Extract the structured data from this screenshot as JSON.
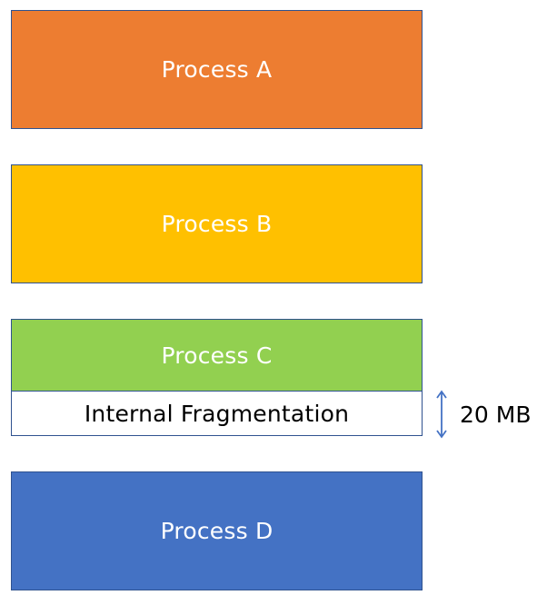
{
  "blocks": [
    {
      "id": "a",
      "label": "Process A",
      "color": "#ed7d31"
    },
    {
      "id": "b",
      "label": "Process B",
      "color": "#ffc000"
    },
    {
      "id": "c",
      "label": "Process C",
      "color": "#92d050"
    },
    {
      "id": "frag",
      "label": "Internal Fragmentation",
      "color": "#ffffff"
    },
    {
      "id": "d",
      "label": "Process D",
      "color": "#4472c4"
    }
  ],
  "border_color": "#2f528f",
  "arrow_color": "#4472c4",
  "fragment_size": "20 MB"
}
